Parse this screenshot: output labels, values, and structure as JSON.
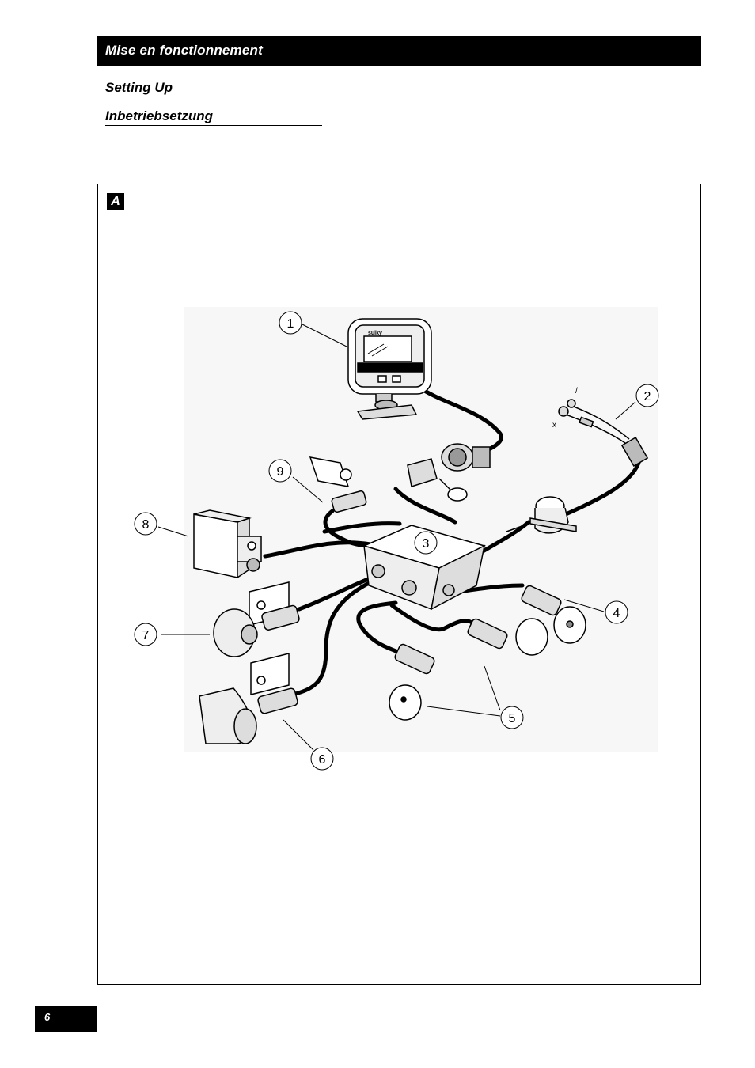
{
  "header": {
    "title": "Mise en fonctionnement"
  },
  "subtitles": [
    "Setting Up",
    "Inbetriebsetzung"
  ],
  "figure": {
    "label": "A",
    "callouts": [
      "1",
      "2",
      "3",
      "4",
      "5",
      "6",
      "7",
      "8",
      "9"
    ],
    "console_brand": "sulky"
  },
  "page": {
    "number": "6"
  }
}
